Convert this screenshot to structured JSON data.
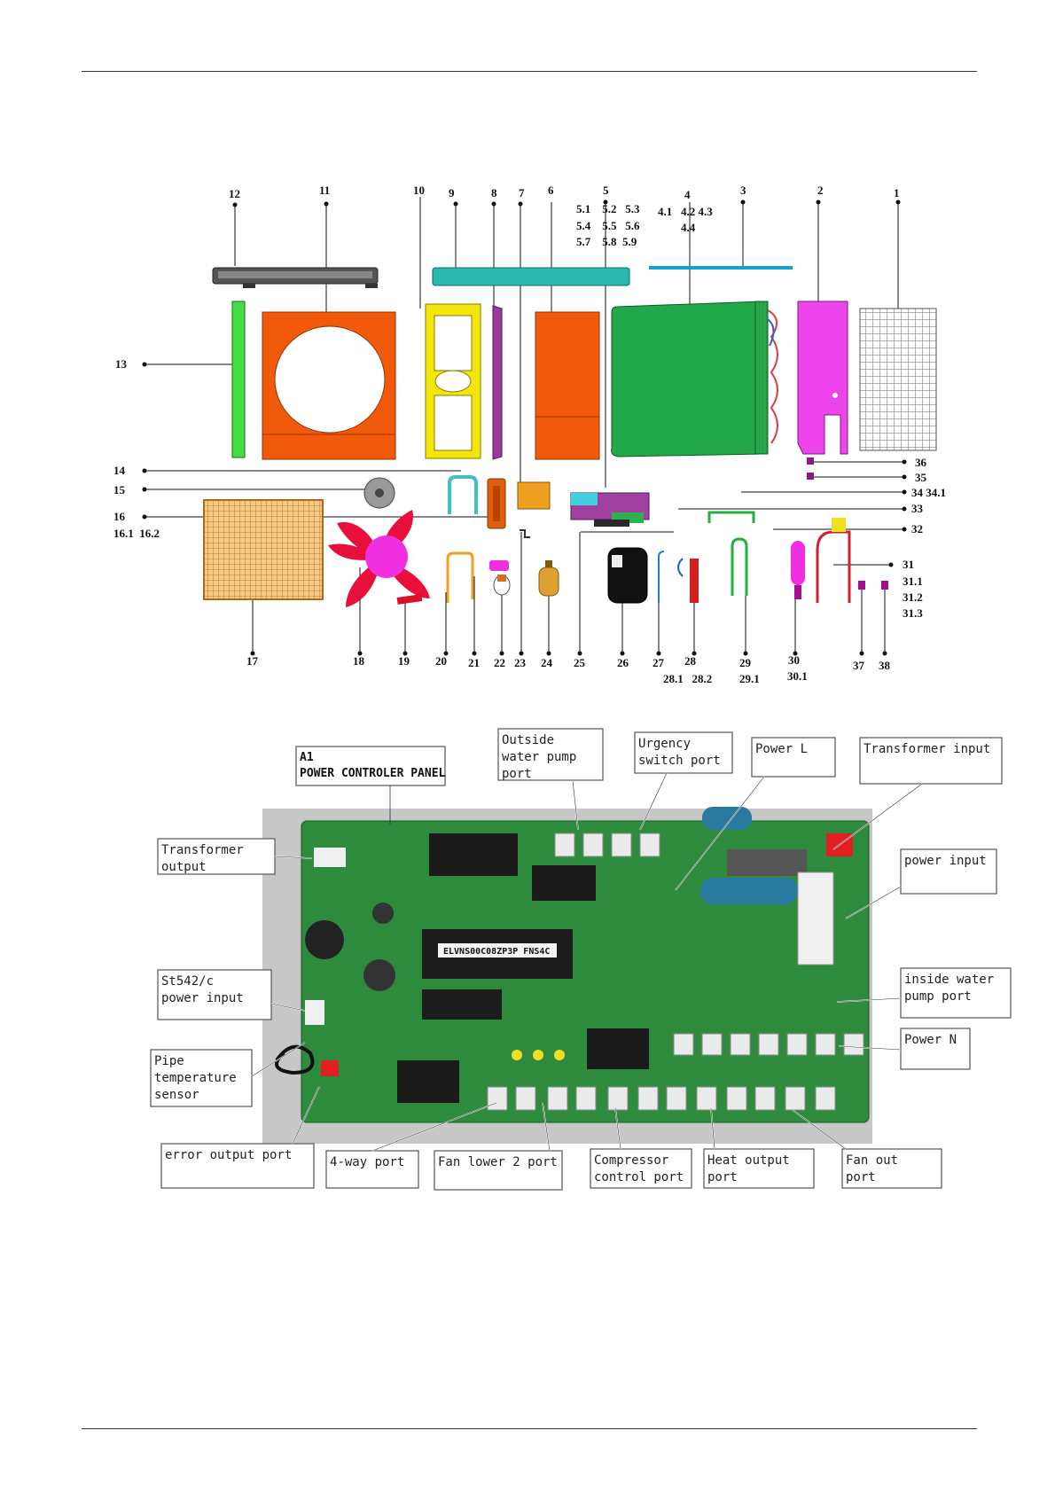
{
  "part_numbers": [
    {
      "id": "p12",
      "t": "12"
    },
    {
      "id": "p11",
      "t": "11"
    },
    {
      "id": "p10",
      "t": "10"
    },
    {
      "id": "p9",
      "t": "9"
    },
    {
      "id": "p8",
      "t": "8"
    },
    {
      "id": "p7",
      "t": "7"
    },
    {
      "id": "p6",
      "t": "6"
    },
    {
      "id": "p5",
      "t": "5"
    },
    {
      "id": "p4",
      "t": "4"
    },
    {
      "id": "p3",
      "t": "3"
    },
    {
      "id": "p2",
      "t": "2"
    },
    {
      "id": "p1",
      "t": "1"
    },
    {
      "id": "p5a",
      "t": "5.1    5.2   5.3"
    },
    {
      "id": "p5b",
      "t": "5.4    5.5   5.6"
    },
    {
      "id": "p5c",
      "t": "5.7    5.8  5.9"
    },
    {
      "id": "p4a",
      "t": "4.1   4.2 4.3"
    },
    {
      "id": "p4b",
      "t": "4.4"
    },
    {
      "id": "p13",
      "t": "13"
    },
    {
      "id": "p14",
      "t": "14"
    },
    {
      "id": "p15",
      "t": "15"
    },
    {
      "id": "p16",
      "t": "16"
    },
    {
      "id": "p16a",
      "t": "16.1  16.2"
    },
    {
      "id": "p36",
      "t": "36"
    },
    {
      "id": "p35",
      "t": "35"
    },
    {
      "id": "p34",
      "t": "34 34.1"
    },
    {
      "id": "p33",
      "t": "33"
    },
    {
      "id": "p32",
      "t": "32"
    },
    {
      "id": "p31",
      "t": "31"
    },
    {
      "id": "p311",
      "t": "31.1"
    },
    {
      "id": "p312",
      "t": "31.2"
    },
    {
      "id": "p313",
      "t": "31.3"
    },
    {
      "id": "p17",
      "t": "17"
    },
    {
      "id": "p18",
      "t": "18"
    },
    {
      "id": "p19",
      "t": "19"
    },
    {
      "id": "p20",
      "t": "20"
    },
    {
      "id": "p21",
      "t": "21"
    },
    {
      "id": "p22",
      "t": "22"
    },
    {
      "id": "p23",
      "t": "23"
    },
    {
      "id": "p24",
      "t": "24"
    },
    {
      "id": "p25",
      "t": "25"
    },
    {
      "id": "p26",
      "t": "26"
    },
    {
      "id": "p27",
      "t": "27"
    },
    {
      "id": "p28",
      "t": "28"
    },
    {
      "id": "p281",
      "t": "28.1   28.2"
    },
    {
      "id": "p29",
      "t": "29"
    },
    {
      "id": "p291",
      "t": "29.1"
    },
    {
      "id": "p30",
      "t": "30"
    },
    {
      "id": "p301",
      "t": "30.1"
    },
    {
      "id": "p37",
      "t": "37"
    },
    {
      "id": "p38",
      "t": "38"
    }
  ],
  "board_labels": {
    "a1_line1": "A1",
    "a1_line2": "POWER CONTROLER PANEL",
    "outside_water_pump": [
      "Outside",
      "water pump",
      "port"
    ],
    "urgency_switch": [
      "Urgency",
      "switch port"
    ],
    "power_l": [
      "Power L"
    ],
    "transformer_input": [
      "Transformer input"
    ],
    "transformer_output": [
      "Transformer",
      "output"
    ],
    "power_input_right": [
      "power input"
    ],
    "st542_power_input": [
      "St542/c",
      "power input"
    ],
    "inside_water_pump": [
      "inside water",
      "pump port"
    ],
    "pipe_temp_sensor": [
      "Pipe",
      "temperature",
      "sensor"
    ],
    "power_n": [
      "Power N"
    ],
    "error_output": [
      "error output port"
    ],
    "four_way": [
      "4-way port"
    ],
    "fan_lower_2": [
      "Fan lower 2 port"
    ],
    "compressor_control": [
      "Compressor",
      "control port"
    ],
    "heat_output": [
      "Heat output",
      "port"
    ],
    "fan_out": [
      "Fan out",
      "port"
    ]
  },
  "board_print": {
    "chip_text": "ELVNS00C08ZP3P  FNS4C"
  },
  "colors": {
    "pcb_green": "#2e8b3e",
    "fan_red": "#e8103a",
    "panel_orange": "#f05a0a",
    "frame_yellow": "#f5e60a",
    "coil_green": "#22a84a",
    "side_magenta": "#ee44ee",
    "grille_tan": "#e8a040"
  }
}
